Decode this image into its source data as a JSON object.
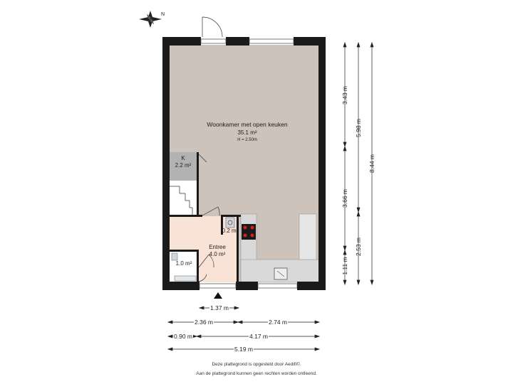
{
  "compass": {
    "north_label": "N"
  },
  "rooms": {
    "living": {
      "name": "Woonkamer met open keuken",
      "area": "35.1 m²",
      "height": "H = 2.50m"
    },
    "closet": {
      "name": "K",
      "area": "2.2 m²"
    },
    "small_unit": {
      "area": "0.2 m²"
    },
    "entrance": {
      "name": "Entree",
      "area": "4.0 m²"
    },
    "toilet": {
      "area": "1.0 m²"
    }
  },
  "dimensions": {
    "right_inner": [
      "3.43 m",
      "3.66 m",
      "1.11 m"
    ],
    "right_mid": [
      "5.98 m",
      "2.53 m"
    ],
    "right_outer": "8.44 m",
    "bottom_row1": "1.37 m",
    "bottom_row2": [
      "2.36 m",
      "2.74 m"
    ],
    "bottom_row3": [
      "0.90 m",
      "4.17 m"
    ],
    "bottom_row4": "5.19 m"
  },
  "footer": {
    "line1": "Deze plattegrond is opgesteld door Aedifi©.",
    "line2": "Aan de plattegrond kunnen geen rechten worden ontleend."
  }
}
